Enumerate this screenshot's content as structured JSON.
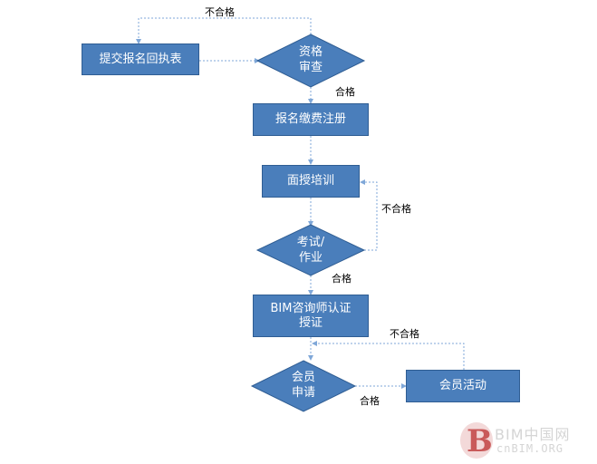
{
  "nodes": {
    "submit_form": "提交报名回执表",
    "qualification_review": [
      "资格",
      "审查"
    ],
    "register_pay": "报名缴费注册",
    "face_training": "面授培训",
    "exam_homework": [
      "考试/",
      "作业"
    ],
    "certification": [
      "BIM咨询师认证",
      "授证"
    ],
    "member_apply": [
      "会员",
      "申请"
    ],
    "member_activity": "会员活动"
  },
  "edge_labels": {
    "review_fail": "不合格",
    "review_pass": "合格",
    "exam_fail": "不合格",
    "exam_pass": "合格",
    "member_fail": "不合格",
    "member_pass": "合格"
  },
  "watermark": {
    "logo_letter": "B",
    "line1": "BIM中国网",
    "line2": "cnBIM.ORG"
  },
  "colors": {
    "node_fill": "#4a7ebb",
    "node_border": "#2f5d93",
    "connector": "#7fa7d8",
    "watermark": "#d5d5d5"
  }
}
